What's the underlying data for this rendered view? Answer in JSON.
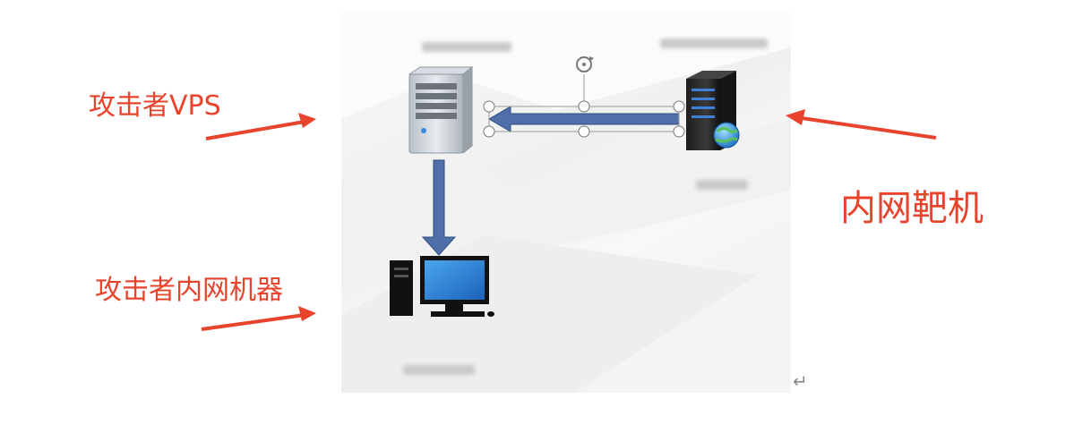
{
  "labels": {
    "attacker_vps": "攻击者VPS",
    "attacker_intranet_machine": "攻击者内网机器",
    "intranet_target": "内网靶机",
    "paragraph_mark": "↵"
  },
  "colors": {
    "label_red": "#e8442d",
    "arrow_blue": "#4f6fa8",
    "arrow_dark": "#2f4f7f"
  },
  "icons": {
    "vps": "server-tower-icon",
    "target": "web-server-globe-icon",
    "attacker_machine": "desktop-computer-icon",
    "rotate": "rotate-handle-icon"
  }
}
